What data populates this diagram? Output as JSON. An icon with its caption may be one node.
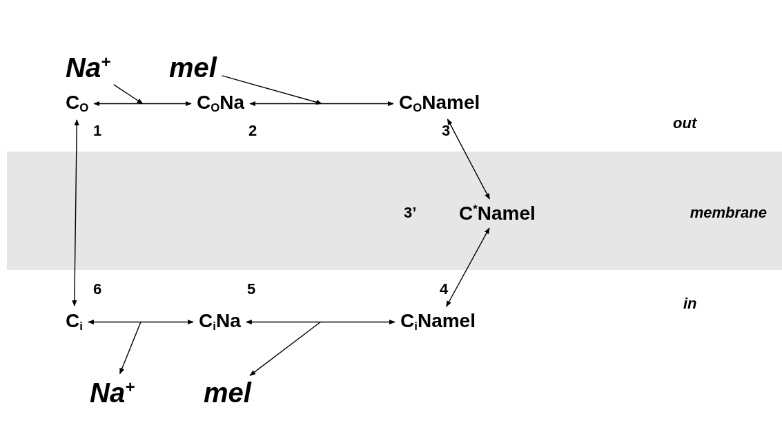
{
  "diagram": {
    "nodes": [
      {
        "text": [
          "Na$^{+}$"
        ]
      },
      {
        "text": [
          "mel"
        ]
      },
      {
        "text": [
          "C$_{O}$"
        ],
        "beside": [
          "1"
        ]
      },
      {
        "text": [
          "C$_{O}$Na"
        ],
        "beside": [
          "2"
        ]
      },
      {
        "text": [
          "C$_{O}$Namel"
        ],
        "beside": [
          "3"
        ]
      },
      {
        "text": [
          "membrane"
        ]
      },
      {
        "text": [
          "C$^{*}$Namel"
        ],
        "beside": [
          "3’"
        ],
        "in": 5
      },
      {
        "text": [
          "C$_{i}$"
        ],
        "beside": [
          "6"
        ]
      },
      {
        "text": [
          "C$_{i}$Na"
        ],
        "beside": [
          "5"
        ]
      },
      {
        "text": [
          "C$_{i}$Namel"
        ],
        "beside": [
          "4"
        ]
      },
      {
        "text": [
          "Na$^{+}$"
        ]
      },
      {
        "text": [
          "mel"
        ]
      }
    ],
    "edges": [
      {
        "from": 2,
        "to": 3,
        "arrow": "both"
      },
      {
        "from": 3,
        "to": 4,
        "arrow": "both"
      },
      {
        "from": 4,
        "to": 6,
        "arrow": "both"
      },
      {
        "from": 6,
        "to": 9,
        "arrow": "both"
      },
      {
        "from": 7,
        "to": 8,
        "arrow": "both"
      },
      {
        "from": 8,
        "to": 9,
        "arrow": "both"
      },
      {
        "from": 2,
        "to": 7,
        "arrow": "both"
      },
      {
        "from": 0,
        "to": null,
        "arrow": "to"
      },
      {
        "from": 1,
        "to": null,
        "arrow": "to"
      },
      {
        "from": null,
        "to": 10,
        "arrow": "to"
      },
      {
        "from": null,
        "to": 11,
        "arrow": "to"
      }
    ],
    "labels": [
      "out",
      "in"
    ]
  }
}
